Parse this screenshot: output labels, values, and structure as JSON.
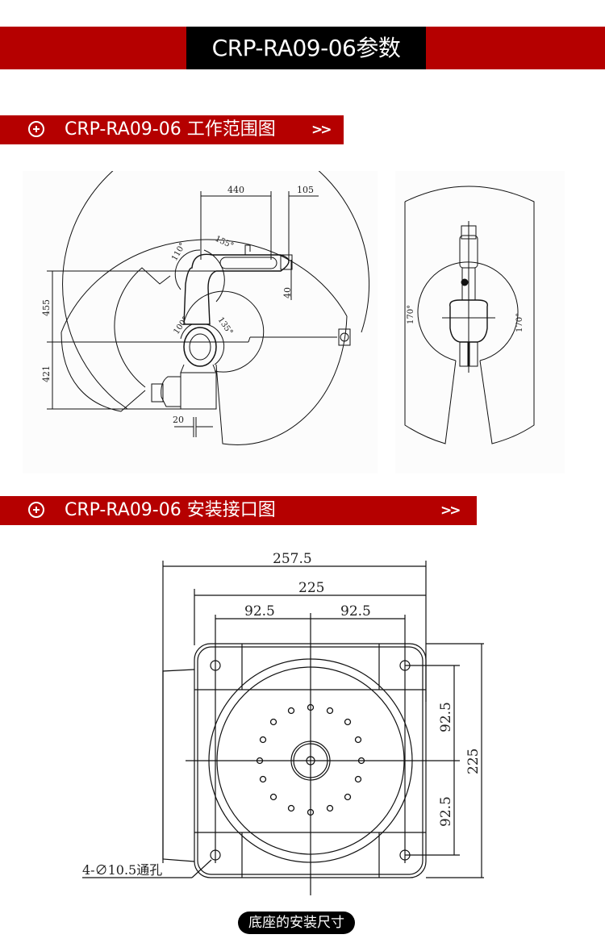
{
  "header": {
    "title": "CRP-RA09-06参数",
    "colors": {
      "banner": "#b50000",
      "title_box": "#000000",
      "text": "#ffffff"
    }
  },
  "sections": [
    {
      "label": "CRP-RA09-06 工作范围图",
      "icon": "plus-circle-icon",
      "arrow_icon": "double-chevron-right-icon",
      "arrows": "»",
      "side_view": {
        "dimensions": {
          "reach_top": "440",
          "flange": "105",
          "offset_right": "40",
          "height_upper": "455",
          "height_lower": "421",
          "base_offset": "20"
        },
        "angles": {
          "j3_up": "110°",
          "j3_down": "155°",
          "j2_back": "100°",
          "j2_fwd": "135°"
        }
      },
      "top_view": {
        "angles": {
          "left": "170°",
          "right": "170°"
        }
      }
    },
    {
      "label": "CRP-RA09-06 安装接口图",
      "icon": "plus-circle-icon",
      "arrow_icon": "double-chevron-right-icon",
      "arrows": "»",
      "base_view": {
        "dimensions": {
          "overall_width": "257.5",
          "mount_width": "225",
          "half_left": "92.5",
          "half_right": "92.5",
          "half_top": "92.5",
          "half_bottom": "92.5",
          "mount_height": "225"
        },
        "hole_note": "4-∅10.5通孔"
      }
    }
  ],
  "caption": "底座的安装尺寸"
}
